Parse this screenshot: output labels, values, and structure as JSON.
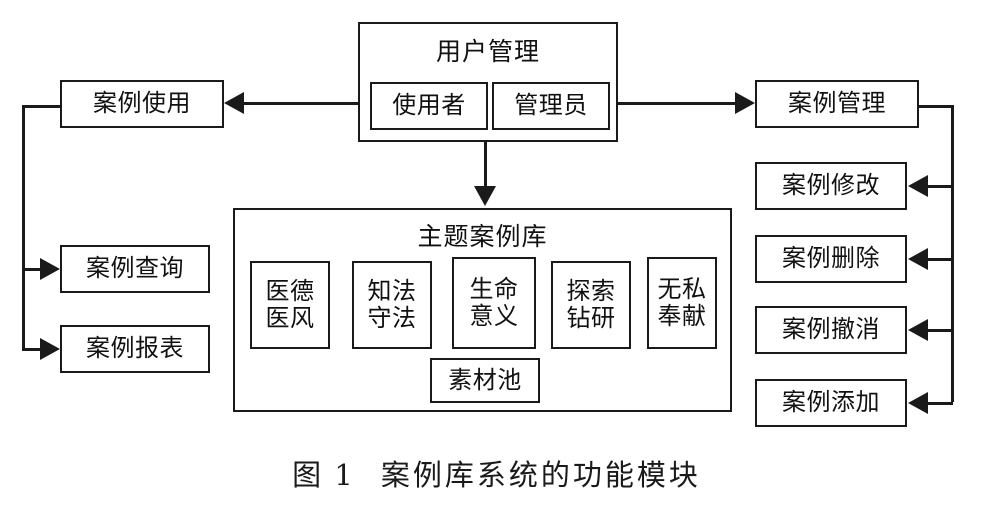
{
  "figure": {
    "caption_label": "图 1",
    "caption_text": "案例库系统的功能模块",
    "type": "block-diagram",
    "title": "案例库系统的功能模块"
  },
  "nodes": {
    "user_management": {
      "label": "用户管理",
      "children": [
        {
          "label": "使用者"
        },
        {
          "label": "管理员"
        }
      ]
    },
    "case_usage": {
      "label": "案例使用"
    },
    "case_query": {
      "label": "案例查询"
    },
    "case_report": {
      "label": "案例报表"
    },
    "case_management": {
      "label": "案例管理"
    },
    "case_modify": {
      "label": "案例修改"
    },
    "case_delete": {
      "label": "案例删除"
    },
    "case_undo": {
      "label": "案例撤消"
    },
    "case_add": {
      "label": "案例添加"
    },
    "case_library": {
      "label": "主题案例库",
      "categories": [
        {
          "line1": "医德",
          "line2": "医风"
        },
        {
          "line1": "知法",
          "line2": "守法"
        },
        {
          "line1": "生命",
          "line2": "意义"
        },
        {
          "line1": "探索",
          "line2": "钻研"
        },
        {
          "line1": "无私",
          "line2": "奉献"
        }
      ],
      "material_pool": {
        "label": "素材池"
      }
    }
  },
  "colors": {
    "stroke": "#1a1a1a",
    "text": "#111111",
    "background": "#ffffff"
  }
}
